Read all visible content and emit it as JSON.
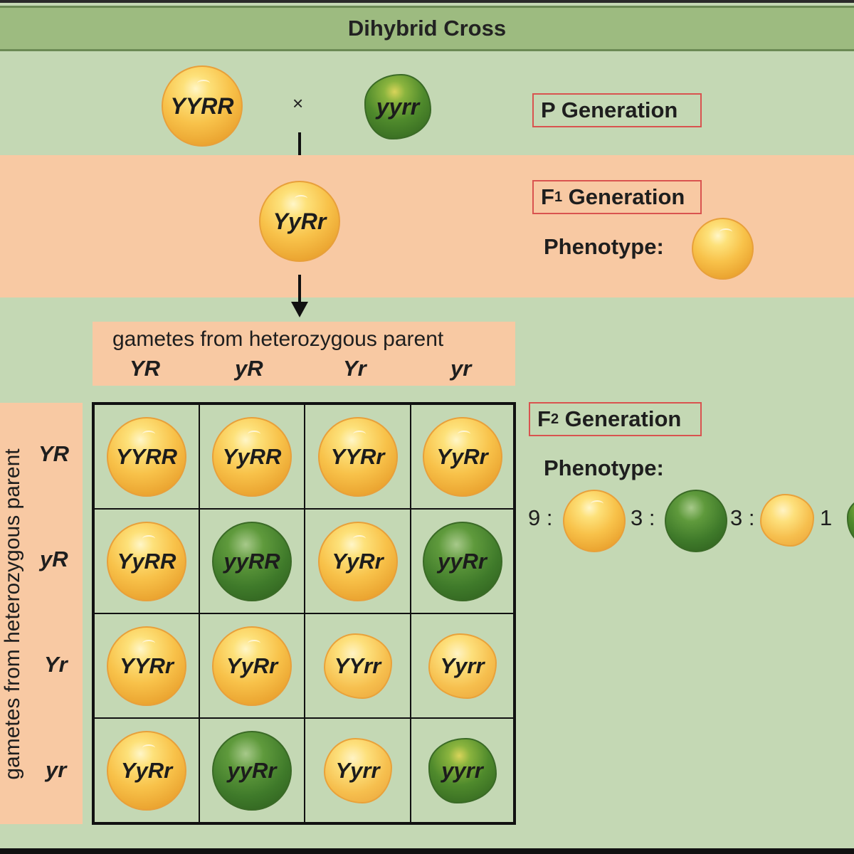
{
  "title": "Dihybrid Cross",
  "p_generation": {
    "label": "P Generation",
    "parent1": "YYRR",
    "parent2": "yyrr",
    "cross_symbol": "×"
  },
  "f1_generation": {
    "label_main": "F",
    "label_sub": "1",
    "label_rest": " Generation",
    "genotype": "YyRr",
    "phenotype_label": "Phenotype:"
  },
  "f2_generation": {
    "label_main": "F",
    "label_sub": "2",
    "label_rest": " Generation",
    "phenotype_label": "Phenotype:",
    "ratio": [
      "9 :",
      "3 :",
      "3 :",
      "1"
    ]
  },
  "gametes": {
    "top_label": "gametes from heterozygous parent",
    "side_label": "gametes from heterozygous parent",
    "columns": [
      "YR",
      "yR",
      "Yr",
      "yr"
    ],
    "rows": [
      "YR",
      "yR",
      "Yr",
      "yr"
    ]
  },
  "punnett": [
    [
      {
        "g": "YYRR",
        "t": "yr"
      },
      {
        "g": "YyRR",
        "t": "yr"
      },
      {
        "g": "YYRr",
        "t": "yr"
      },
      {
        "g": "YyRr",
        "t": "yr"
      }
    ],
    [
      {
        "g": "YyRR",
        "t": "yr"
      },
      {
        "g": "yyRR",
        "t": "gr"
      },
      {
        "g": "YyRr",
        "t": "yr"
      },
      {
        "g": "yyRr",
        "t": "gr"
      }
    ],
    [
      {
        "g": "YYRr",
        "t": "yr"
      },
      {
        "g": "YyRr",
        "t": "yr"
      },
      {
        "g": "YYrr",
        "t": "ywr"
      },
      {
        "g": "Yyrr",
        "t": "ywr"
      }
    ],
    [
      {
        "g": "YyRr",
        "t": "yr"
      },
      {
        "g": "yyRr",
        "t": "gr"
      },
      {
        "g": "Yyrr",
        "t": "ywr"
      },
      {
        "g": "yyrr",
        "t": "gw"
      }
    ]
  ],
  "colors": {
    "background": "#c4d8b4",
    "band": "#f8c9a3",
    "title_bar": "#9dbb80",
    "label_border": "#d9534f"
  }
}
